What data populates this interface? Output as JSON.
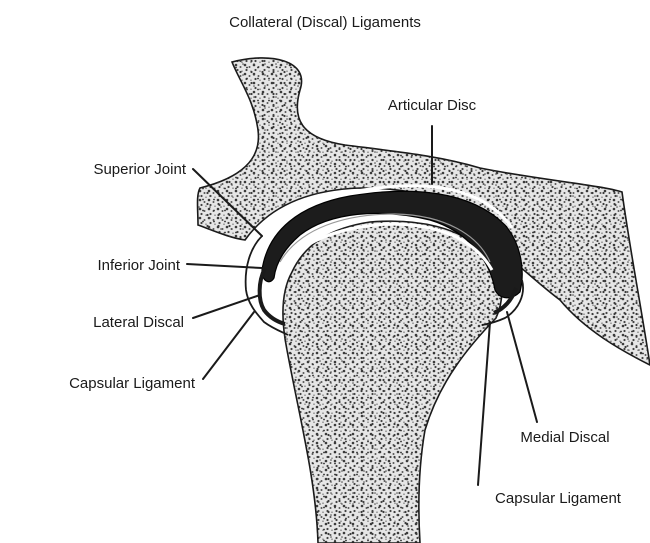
{
  "title": "Collateral (Discal) Ligaments",
  "labels": {
    "articular_disc": "Articular Disc",
    "superior_joint": "Superior Joint",
    "inferior_joint": "Inferior Joint",
    "lateral_discal": "Lateral Discal",
    "capsular_ligament_left": "Capsular Ligament",
    "medial_discal": "Medial Discal",
    "capsular_ligament_right": "Capsular Ligament"
  }
}
